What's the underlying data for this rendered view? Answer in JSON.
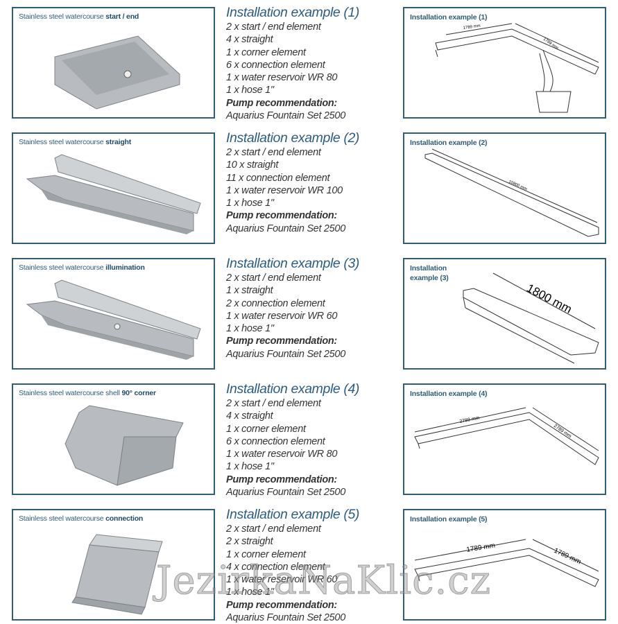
{
  "rows": [
    {
      "caption_prefix": "Stainless steel watercourse ",
      "caption_bold": "start / end",
      "title": "Installation example (1)",
      "items": [
        "2 x start / end element",
        "4 x straight",
        "1 x corner element",
        "6 x connection element",
        "1 x water reservoir WR 80",
        "1 x hose 1\""
      ],
      "pump_label": "Pump recommendation:",
      "pump": "Aquarius Fountain Set 2500",
      "diagram_label": "Installation example (1)",
      "dims": [
        "1789 mm",
        "1789 mm"
      ]
    },
    {
      "caption_prefix": "Stainless steel watercourse ",
      "caption_bold": "straight",
      "title": "Installation example (2)",
      "items": [
        "2 x start / end element",
        "10 x straight",
        "11 x connection element",
        "1 x water reservoir WR 100",
        "1 x hose 1\""
      ],
      "pump_label": "Pump recommendation:",
      "pump": "Aquarius Fountain Set 2500",
      "diagram_label": "Installation example (2)",
      "dims": [
        "10800 mm"
      ]
    },
    {
      "caption_prefix": "Stainless steel watercourse ",
      "caption_bold": "illumination",
      "title": "Installation example (3)",
      "items": [
        "2 x start / end element",
        "1 x straight",
        "2 x connection element",
        "1 x water reservoir WR 60",
        "1 x hose 1\""
      ],
      "pump_label": "Pump recommendation:",
      "pump": "Aquarius Fountain Set 2500",
      "diagram_label": "Installation example (3)",
      "dims": [
        "1800 mm"
      ]
    },
    {
      "caption_prefix": "Stainless steel watercourse shell ",
      "caption_bold": "90° corner",
      "title": "Installation example (4)",
      "items": [
        "2 x start / end element",
        "4 x straight",
        "1 x corner element",
        "6 x connection element",
        "1 x water reservoir WR 80",
        "1 x hose 1\""
      ],
      "pump_label": "Pump recommendation:",
      "pump": "Aquarius Fountain Set 2500",
      "diagram_label": "Installation example (4)",
      "dims": [
        "2789 mm",
        "2789 mm"
      ]
    },
    {
      "caption_prefix": "Stainless steel watercourse ",
      "caption_bold": "connection",
      "title": "Installation example (5)",
      "items": [
        "2 x start / end element",
        "2 x straight",
        "1 x corner element",
        "4 x connection element",
        "1 x water reservoir WR 60",
        "1 x hose 1\""
      ],
      "pump_label": "Pump recommendation:",
      "pump": "Aquarius Fountain Set 2500",
      "diagram_label": "Installation example (5)",
      "dims": [
        "1789 mm",
        "1789 mm"
      ]
    }
  ],
  "watermark": "JezirkaNaKlic.cz"
}
